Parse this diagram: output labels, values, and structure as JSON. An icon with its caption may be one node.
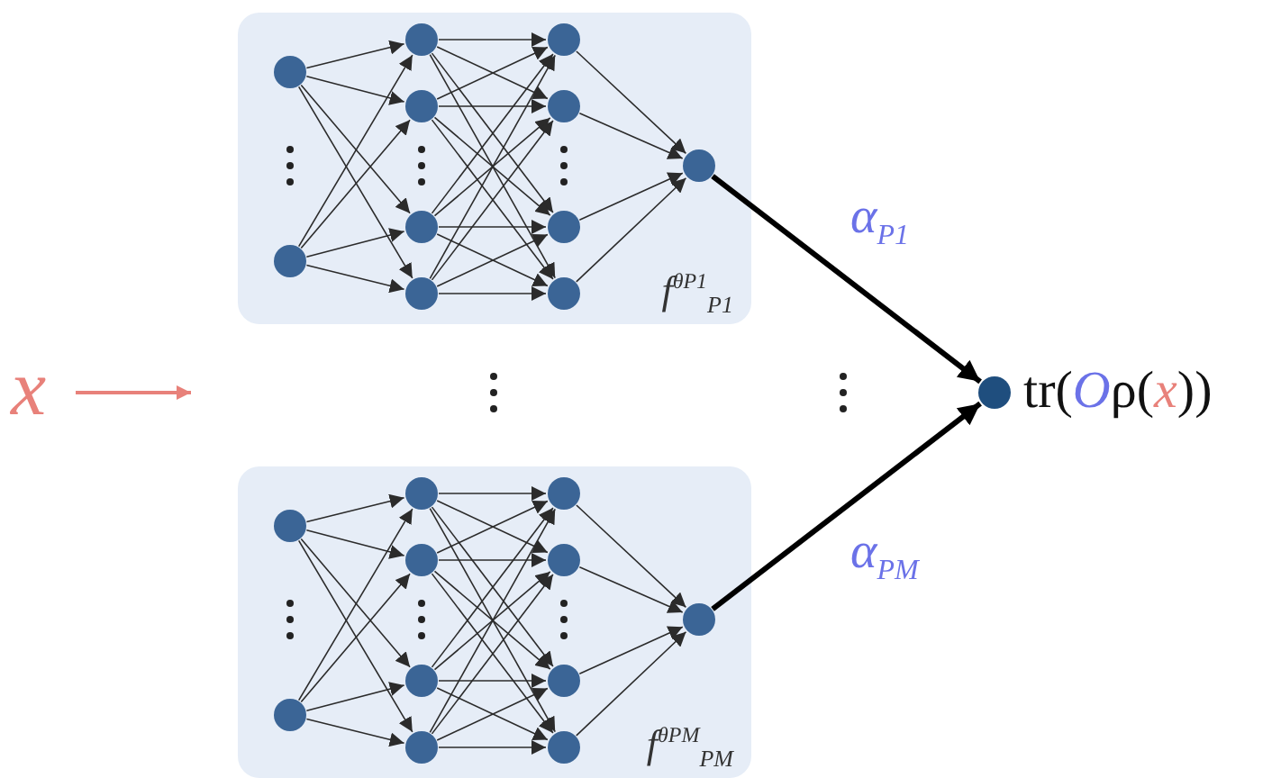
{
  "diagram": {
    "nodes": [
      {
        "text": [
          "x"
        ]
      },
      {
        "text": [
          "f$^{θP1}$$_{P1}$"
        ]
      },
      {
        "text": [],
        "shape": "circle",
        "in": 1
      },
      {
        "text": [],
        "shape": "circle",
        "in": 1
      },
      {
        "text": [],
        "shape": "circle",
        "in": 1
      },
      {
        "text": [],
        "shape": "circle",
        "in": 1
      },
      {
        "text": [],
        "shape": "circle",
        "in": 1
      },
      {
        "text": [],
        "shape": "circle",
        "in": 1
      },
      {
        "text": [],
        "shape": "circle",
        "in": 1
      },
      {
        "text": [],
        "shape": "circle",
        "in": 1
      },
      {
        "text": [],
        "shape": "circle",
        "in": 1
      },
      {
        "text": [],
        "shape": "circle",
        "in": 1
      },
      {
        "text": [],
        "shape": "circle",
        "in": 1
      },
      {
        "text": [
          "f$^{θPM}$$_{PM}$"
        ]
      },
      {
        "text": [],
        "shape": "circle",
        "in": 13
      },
      {
        "text": [],
        "shape": "circle",
        "in": 13
      },
      {
        "text": [],
        "shape": "circle",
        "in": 13
      },
      {
        "text": [],
        "shape": "circle",
        "in": 13
      },
      {
        "text": [],
        "shape": "circle",
        "in": 13
      },
      {
        "text": [],
        "shape": "circle",
        "in": 13
      },
      {
        "text": [],
        "shape": "circle",
        "in": 13
      },
      {
        "text": [],
        "shape": "circle",
        "in": 13
      },
      {
        "text": [],
        "shape": "circle",
        "in": 13
      },
      {
        "text": [],
        "shape": "circle",
        "in": 13
      },
      {
        "text": [],
        "shape": "circle",
        "in": 13
      },
      {
        "text": [],
        "shape": "circle"
      },
      {
        "text": [
          "tr(Oρ(x))"
        ]
      }
    ],
    "edges": [
      {
        "from": 0,
        "to": null,
        "arrow": "to",
        "color": "#e8817a"
      },
      {
        "from": 2,
        "to": 4,
        "arrow": "to"
      },
      {
        "from": 2,
        "to": 5,
        "arrow": "to"
      },
      {
        "from": 2,
        "to": 6,
        "arrow": "to"
      },
      {
        "from": 2,
        "to": 7,
        "arrow": "to"
      },
      {
        "from": 3,
        "to": 4,
        "arrow": "to"
      },
      {
        "from": 3,
        "to": 5,
        "arrow": "to"
      },
      {
        "from": 3,
        "to": 6,
        "arrow": "to"
      },
      {
        "from": 3,
        "to": 7,
        "arrow": "to"
      },
      {
        "from": 4,
        "to": 8,
        "arrow": "to"
      },
      {
        "from": 4,
        "to": 9,
        "arrow": "to"
      },
      {
        "from": 4,
        "to": 10,
        "arrow": "to"
      },
      {
        "from": 4,
        "to": 11,
        "arrow": "to"
      },
      {
        "from": 5,
        "to": 8,
        "arrow": "to"
      },
      {
        "from": 5,
        "to": 9,
        "arrow": "to"
      },
      {
        "from": 5,
        "to": 10,
        "arrow": "to"
      },
      {
        "from": 5,
        "to": 11,
        "arrow": "to"
      },
      {
        "from": 6,
        "to": 8,
        "arrow": "to"
      },
      {
        "from": 6,
        "to": 9,
        "arrow": "to"
      },
      {
        "from": 6,
        "to": 10,
        "arrow": "to"
      },
      {
        "from": 6,
        "to": 11,
        "arrow": "to"
      },
      {
        "from": 7,
        "to": 8,
        "arrow": "to"
      },
      {
        "from": 7,
        "to": 9,
        "arrow": "to"
      },
      {
        "from": 7,
        "to": 10,
        "arrow": "to"
      },
      {
        "from": 7,
        "to": 11,
        "arrow": "to"
      },
      {
        "from": 8,
        "to": 12,
        "arrow": "to"
      },
      {
        "from": 9,
        "to": 12,
        "arrow": "to"
      },
      {
        "from": 10,
        "to": 12,
        "arrow": "to"
      },
      {
        "from": 11,
        "to": 12,
        "arrow": "to"
      },
      {
        "from": 14,
        "to": 16,
        "arrow": "to"
      },
      {
        "from": 14,
        "to": 17,
        "arrow": "to"
      },
      {
        "from": 14,
        "to": 18,
        "arrow": "to"
      },
      {
        "from": 14,
        "to": 19,
        "arrow": "to"
      },
      {
        "from": 15,
        "to": 16,
        "arrow": "to"
      },
      {
        "from": 15,
        "to": 17,
        "arrow": "to"
      },
      {
        "from": 15,
        "to": 18,
        "arrow": "to"
      },
      {
        "from": 15,
        "to": 19,
        "arrow": "to"
      },
      {
        "from": 16,
        "to": 20,
        "arrow": "to"
      },
      {
        "from": 16,
        "to": 21,
        "arrow": "to"
      },
      {
        "from": 16,
        "to": 22,
        "arrow": "to"
      },
      {
        "from": 16,
        "to": 23,
        "arrow": "to"
      },
      {
        "from": 17,
        "to": 20,
        "arrow": "to"
      },
      {
        "from": 17,
        "to": 21,
        "arrow": "to"
      },
      {
        "from": 17,
        "to": 22,
        "arrow": "to"
      },
      {
        "from": 17,
        "to": 23,
        "arrow": "to"
      },
      {
        "from": 18,
        "to": 20,
        "arrow": "to"
      },
      {
        "from": 18,
        "to": 21,
        "arrow": "to"
      },
      {
        "from": 18,
        "to": 22,
        "arrow": "to"
      },
      {
        "from": 18,
        "to": 23,
        "arrow": "to"
      },
      {
        "from": 19,
        "to": 20,
        "arrow": "to"
      },
      {
        "from": 19,
        "to": 21,
        "arrow": "to"
      },
      {
        "from": 19,
        "to": 22,
        "arrow": "to"
      },
      {
        "from": 19,
        "to": 23,
        "arrow": "to"
      },
      {
        "from": 20,
        "to": 24,
        "arrow": "to"
      },
      {
        "from": 21,
        "to": 24,
        "arrow": "to"
      },
      {
        "from": 22,
        "to": 24,
        "arrow": "to"
      },
      {
        "from": 23,
        "to": 24,
        "arrow": "to"
      },
      {
        "from": 12,
        "to": 25,
        "arrow": "to",
        "label": "α$_{P1}$",
        "style": "thick"
      },
      {
        "from": 24,
        "to": 25,
        "arrow": "to",
        "label": "α$_{PM}$",
        "style": "thick"
      }
    ]
  }
}
